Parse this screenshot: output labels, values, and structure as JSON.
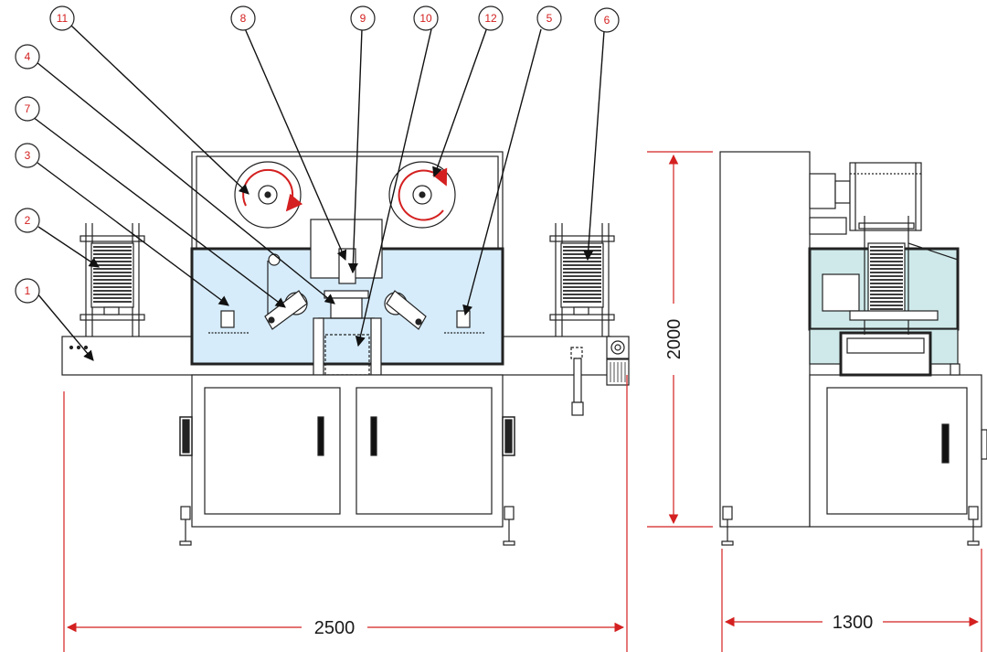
{
  "callouts": [
    {
      "id": "c1",
      "label": "1"
    },
    {
      "id": "c2",
      "label": "2"
    },
    {
      "id": "c3",
      "label": "3"
    },
    {
      "id": "c4",
      "label": "4"
    },
    {
      "id": "c5",
      "label": "5"
    },
    {
      "id": "c6",
      "label": "6"
    },
    {
      "id": "c7",
      "label": "7"
    },
    {
      "id": "c8",
      "label": "8"
    },
    {
      "id": "c9",
      "label": "9"
    },
    {
      "id": "c10",
      "label": "10"
    },
    {
      "id": "c11",
      "label": "11"
    },
    {
      "id": "c12",
      "label": "12"
    }
  ],
  "dimensions": {
    "front_width": "2500",
    "side_width": "1300",
    "height": "2000"
  },
  "colors": {
    "line": "#222222",
    "callout": "#d42020",
    "panel_fill": "#d6ecfb",
    "side_panel_fill": "#cfe9ea",
    "dimension": "#d42020"
  }
}
